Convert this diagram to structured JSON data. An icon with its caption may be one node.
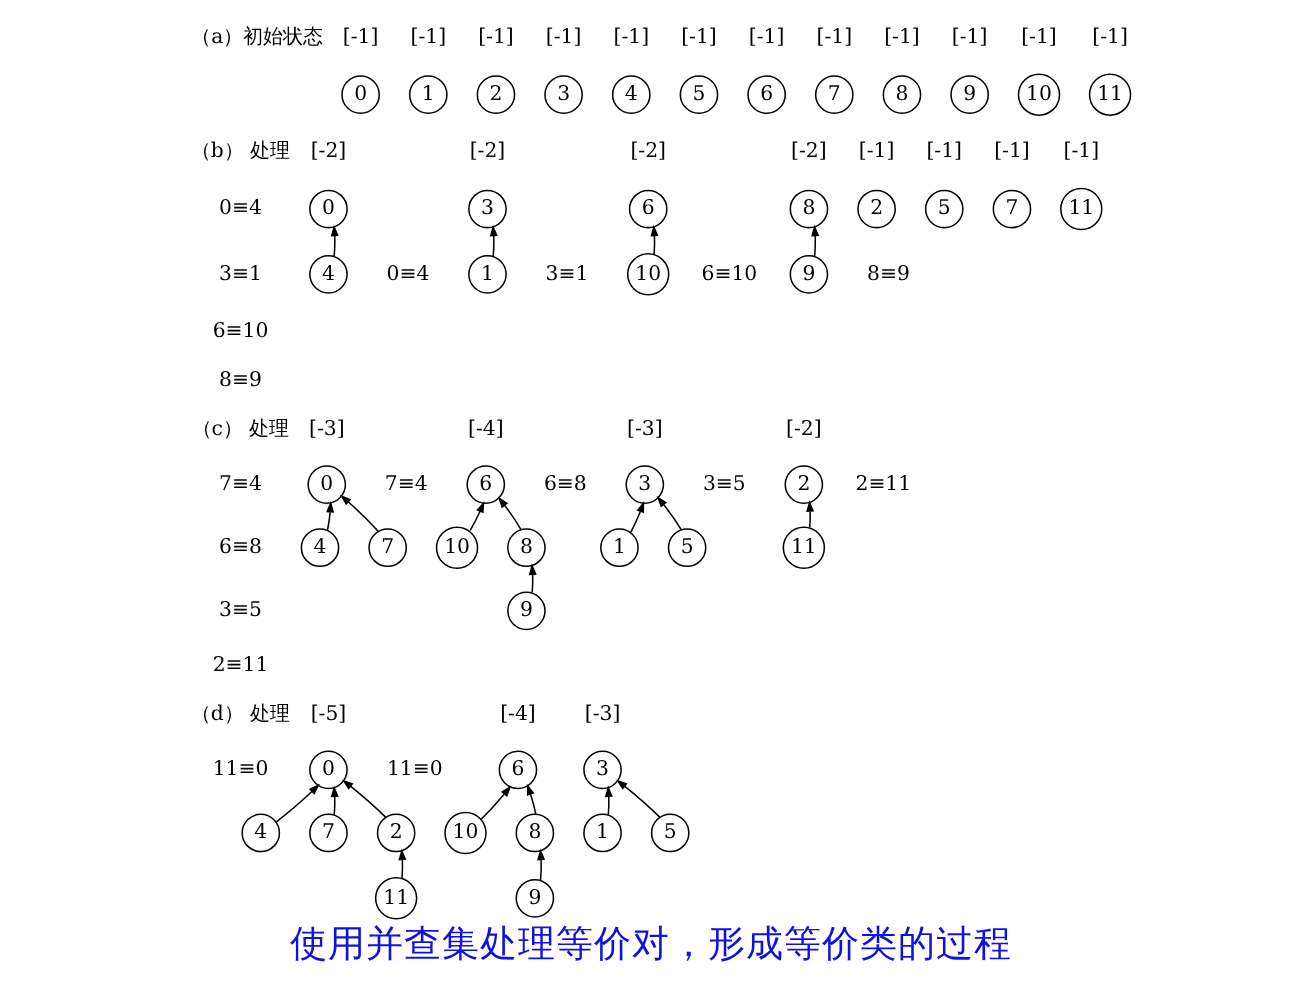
{
  "diagram": {
    "caption": "使用并查集处理等价对，形成等价类的过程",
    "nodes": [
      {
        "text": [
          "0"
        ],
        "beside": [
          "[-1]"
        ]
      },
      {
        "text": [
          "1"
        ],
        "beside": [
          "[-1]"
        ]
      },
      {
        "text": [
          "2"
        ],
        "beside": [
          "[-1]"
        ]
      },
      {
        "text": [
          "3"
        ],
        "beside": [
          "[-1]"
        ]
      },
      {
        "text": [
          "4"
        ],
        "beside": [
          "[-1]"
        ]
      },
      {
        "text": [
          "5"
        ],
        "beside": [
          "[-1]"
        ]
      },
      {
        "text": [
          "6"
        ],
        "beside": [
          "[-1]"
        ]
      },
      {
        "text": [
          "7"
        ],
        "beside": [
          "[-1]"
        ]
      },
      {
        "text": [
          "8"
        ],
        "beside": [
          "[-1]"
        ]
      },
      {
        "text": [
          "9"
        ],
        "beside": [
          "[-1]"
        ]
      },
      {
        "text": [
          "10"
        ],
        "beside": [
          "[-1]"
        ]
      },
      {
        "text": [
          "11"
        ],
        "beside": [
          "[-1]"
        ]
      },
      {
        "text": [
          "0"
        ],
        "beside": [
          "[-2]"
        ]
      },
      {
        "text": [
          "4"
        ]
      },
      {
        "text": [
          "3"
        ],
        "beside": [
          "[-2]"
        ]
      },
      {
        "text": [
          "1"
        ]
      },
      {
        "text": [
          "6"
        ],
        "beside": [
          "[-2]"
        ]
      },
      {
        "text": [
          "10"
        ]
      },
      {
        "text": [
          "8"
        ],
        "beside": [
          "[-2]"
        ]
      },
      {
        "text": [
          "9"
        ]
      },
      {
        "text": [
          "2"
        ],
        "beside": [
          "[-1]"
        ]
      },
      {
        "text": [
          "5"
        ],
        "beside": [
          "[-1]"
        ]
      },
      {
        "text": [
          "7"
        ],
        "beside": [
          "[-1]"
        ]
      },
      {
        "text": [
          "11"
        ],
        "beside": [
          "[-1]"
        ]
      },
      {
        "text": [
          "0"
        ],
        "beside": [
          "[-3]"
        ]
      },
      {
        "text": [
          "4"
        ]
      },
      {
        "text": [
          "7"
        ]
      },
      {
        "text": [
          "6"
        ],
        "beside": [
          "[-4]"
        ]
      },
      {
        "text": [
          "10"
        ]
      },
      {
        "text": [
          "8"
        ]
      },
      {
        "text": [
          "9"
        ]
      },
      {
        "text": [
          "3"
        ],
        "beside": [
          "[-3]"
        ]
      },
      {
        "text": [
          "1"
        ]
      },
      {
        "text": [
          "5"
        ]
      },
      {
        "text": [
          "2"
        ],
        "beside": [
          "[-2]"
        ]
      },
      {
        "text": [
          "11"
        ]
      },
      {
        "text": [
          "0"
        ],
        "beside": [
          "[-5]"
        ]
      },
      {
        "text": [
          "4"
        ]
      },
      {
        "text": [
          "7"
        ]
      },
      {
        "text": [
          "2"
        ]
      },
      {
        "text": [
          "11"
        ]
      },
      {
        "text": [
          "6"
        ],
        "beside": [
          "[-4]"
        ]
      },
      {
        "text": [
          "10"
        ]
      },
      {
        "text": [
          "8"
        ]
      },
      {
        "text": [
          "9"
        ]
      },
      {
        "text": [
          "3"
        ],
        "beside": [
          "[-3]"
        ]
      },
      {
        "text": [
          "1"
        ]
      },
      {
        "text": [
          "5"
        ]
      }
    ],
    "edges": [
      {
        "from": 13,
        "to": 12,
        "arrow": "to"
      },
      {
        "from": 15,
        "to": 14,
        "arrow": "to"
      },
      {
        "from": 17,
        "to": 16,
        "arrow": "to"
      },
      {
        "from": 19,
        "to": 18,
        "arrow": "to"
      },
      {
        "from": 25,
        "to": 24,
        "arrow": "to"
      },
      {
        "from": 26,
        "to": 24,
        "arrow": "to"
      },
      {
        "from": 28,
        "to": 27,
        "arrow": "to"
      },
      {
        "from": 29,
        "to": 27,
        "arrow": "to"
      },
      {
        "from": 30,
        "to": 29,
        "arrow": "to"
      },
      {
        "from": 32,
        "to": 31,
        "arrow": "to"
      },
      {
        "from": 33,
        "to": 31,
        "arrow": "to"
      },
      {
        "from": 35,
        "to": 34,
        "arrow": "to"
      },
      {
        "from": 37,
        "to": 36,
        "arrow": "to"
      },
      {
        "from": 38,
        "to": 36,
        "arrow": "to"
      },
      {
        "from": 39,
        "to": 36,
        "arrow": "to"
      },
      {
        "from": 40,
        "to": 39,
        "arrow": "to"
      },
      {
        "from": 42,
        "to": 41,
        "arrow": "to"
      },
      {
        "from": 43,
        "to": 41,
        "arrow": "to"
      },
      {
        "from": 44,
        "to": 43,
        "arrow": "to"
      },
      {
        "from": 46,
        "to": 45,
        "arrow": "to"
      },
      {
        "from": 47,
        "to": 45,
        "arrow": "to"
      }
    ],
    "labels": [
      "（a）初始状态",
      "（b） 处理",
      "0≡4",
      "3≡1",
      "6≡10",
      "8≡9",
      "0≡4",
      "3≡1",
      "6≡10",
      "8≡9",
      "（c） 处理",
      "7≡4",
      "6≡8",
      "3≡5",
      "2≡11",
      "7≡4",
      "6≡8",
      "3≡5",
      "2≡11",
      "（d） 处理",
      "11≡0",
      "11≡0"
    ]
  }
}
